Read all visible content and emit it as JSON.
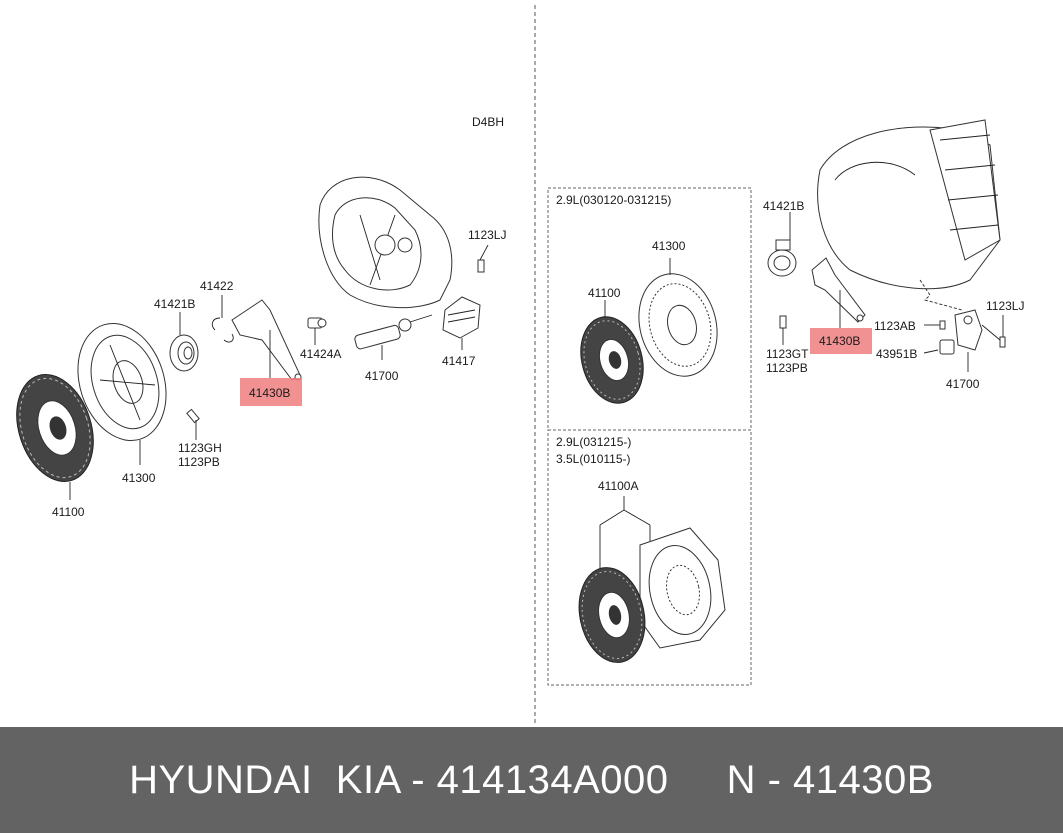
{
  "diagram": {
    "engine_label": "D4BH",
    "left_labels": {
      "p41422": "41422",
      "p41421B": "41421B",
      "p1123LJ": "1123LJ",
      "p41424A": "41424A",
      "p41700": "41700",
      "p41417": "41417",
      "p41430B": "41430B",
      "p1123GH": "1123GH",
      "p1123PB": "1123PB",
      "p41300": "41300",
      "p41100": "41100"
    },
    "box1": {
      "title": "2.9L(030120-031215)",
      "p41300": "41300",
      "p41100": "41100"
    },
    "box2": {
      "title_line1": "2.9L(031215-)",
      "title_line2": "3.5L(010115-)",
      "p41100A": "41100A"
    },
    "right_labels": {
      "p41421B": "41421B",
      "p1123AB": "1123AB",
      "p1123LJ": "1123LJ",
      "p41430B": "41430B",
      "p1123GT": "1123GT",
      "p1123PB": "1123PB",
      "p43951B": "43951B",
      "p41700": "41700"
    },
    "highlight_color": "#f07e7e"
  },
  "footer": {
    "text": "HYUNDAI  KIA - 414134A000     N - 41430B",
    "bg_color": "#636363"
  }
}
